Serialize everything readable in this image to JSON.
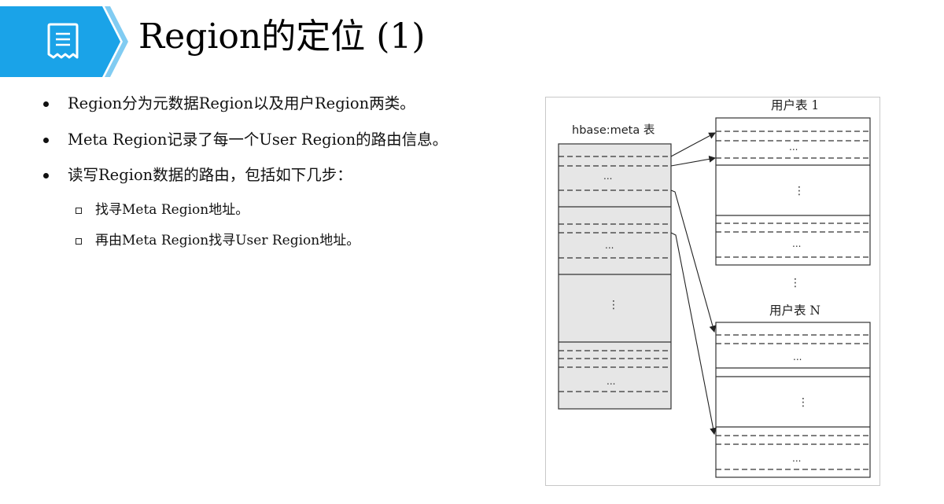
{
  "header": {
    "title": "Region的定位 (1)",
    "accent_color": "#1AA3E8",
    "icon": "document-icon"
  },
  "bullets": [
    {
      "text": "Region分为元数据Region以及用户Region两类。"
    },
    {
      "text": " Meta Region记录了每一个User Region的路由信息。"
    },
    {
      "text": " 读写Region数据的路由，包括如下几步："
    }
  ],
  "sub_bullets": [
    {
      "text": "找寻Meta Region地址。"
    },
    {
      "text": "再由Meta Region找寻User Region地址。"
    }
  ],
  "diagram": {
    "meta_table_label": "hbase:meta 表",
    "user_table_1_label": "用户表 1",
    "user_table_n_label": "用户表 N",
    "ellipsis_h": "...",
    "ellipsis_v": "⋮",
    "meta_fill_color": "#e6e6e6"
  }
}
